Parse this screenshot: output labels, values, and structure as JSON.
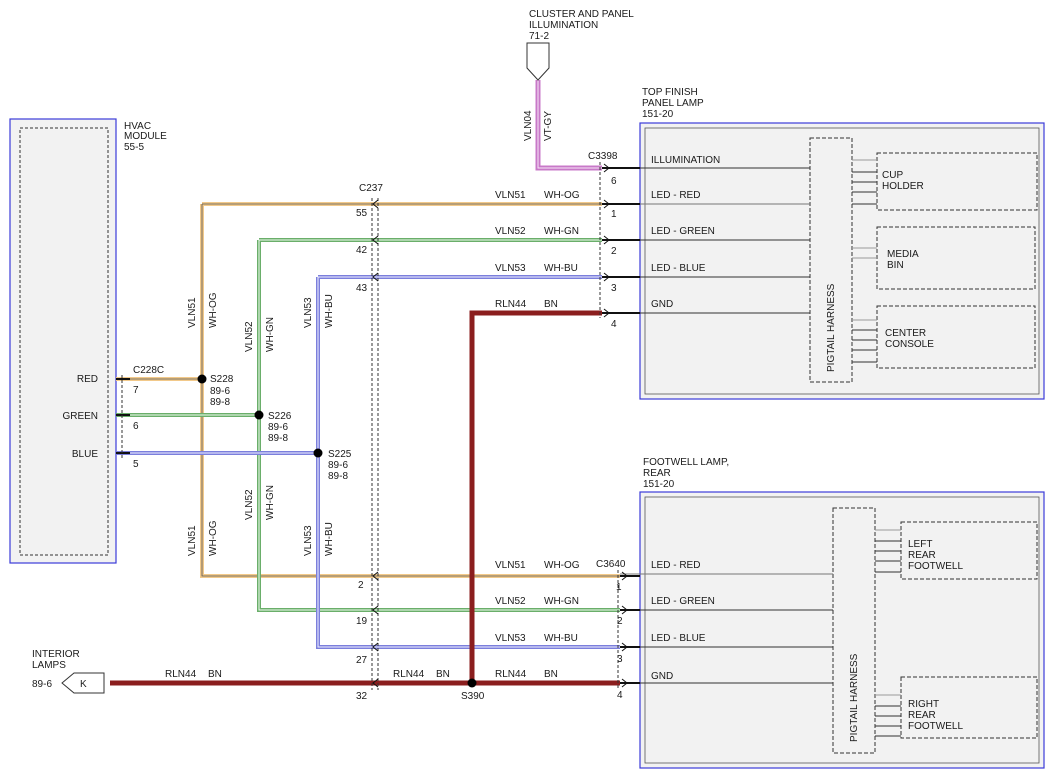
{
  "hvac": {
    "l1": "HVAC",
    "l2": "MODULE",
    "l3": "55-5",
    "red": "RED",
    "green": "GREEN",
    "blue": "BLUE"
  },
  "cluster": {
    "l1": "CLUSTER AND PANEL",
    "l2": "ILLUMINATION",
    "l3": "71-2",
    "circuit": "VLN04",
    "color": "VT-GY"
  },
  "top_lamp": {
    "l1": "TOP FINISH",
    "l2": "PANEL LAMP",
    "l3": "151-20",
    "illumination": "ILLUMINATION",
    "led_red": "LED - RED",
    "led_green": "LED - GREEN",
    "led_blue": "LED - BLUE",
    "gnd": "GND",
    "harness": "PIGTAIL HARNESS",
    "cup1": "CUP",
    "cup2": "HOLDER",
    "media1": "MEDIA",
    "media2": "BIN",
    "console1": "CENTER",
    "console2": "CONSOLE"
  },
  "foot_lamp": {
    "l1": "FOOTWELL LAMP,",
    "l2": "REAR",
    "l3": "151-20",
    "led_red": "LED - RED",
    "led_green": "LED - GREEN",
    "led_blue": "LED - BLUE",
    "gnd": "GND",
    "harness": "PIGTAIL HARNESS",
    "left1": "LEFT",
    "left2": "REAR",
    "left3": "FOOTWELL",
    "right1": "RIGHT",
    "right2": "REAR",
    "right3": "FOOTWELL"
  },
  "interior": {
    "l1": "INTERIOR",
    "l2": "LAMPS",
    "ref": "89-6",
    "pin": "K"
  },
  "connectors": {
    "c237": "C237",
    "c3398": "C3398",
    "c3640": "C3640",
    "c228c": "C228C"
  },
  "pins": {
    "c237_55": "55",
    "c237_42": "42",
    "c237_43": "43",
    "c237_2": "2",
    "c237_19": "19",
    "c237_27": "27",
    "c237_32": "32",
    "c3398_6": "6",
    "c3398_1": "1",
    "c3398_2": "2",
    "c3398_3": "3",
    "c3398_4": "4",
    "c3640_1": "1",
    "c3640_2": "2",
    "c3640_3": "3",
    "c3640_4": "4",
    "c228c_7": "7",
    "c228c_6": "6",
    "c228c_5": "5"
  },
  "splices": {
    "s228": "S228",
    "s228_r1": "89-6",
    "s228_r2": "89-8",
    "s226": "S226",
    "s226_r1": "89-6",
    "s226_r2": "89-8",
    "s225": "S225",
    "s225_r1": "89-6",
    "s225_r2": "89-8",
    "s390": "S390"
  },
  "wires": {
    "vln51": "VLN51",
    "vln52": "VLN52",
    "vln53": "VLN53",
    "rln44": "RLN44",
    "wh_og": "WH-OG",
    "wh_gn": "WH-GN",
    "wh_bu": "WH-BU",
    "bn": "BN"
  },
  "colors": {
    "og": "#f2c98a",
    "gn": "#6aae6a",
    "bu": "#7b7fdc",
    "bn": "#8b1e1e",
    "vt": "#c879c8",
    "box": "#3b3bd9"
  }
}
